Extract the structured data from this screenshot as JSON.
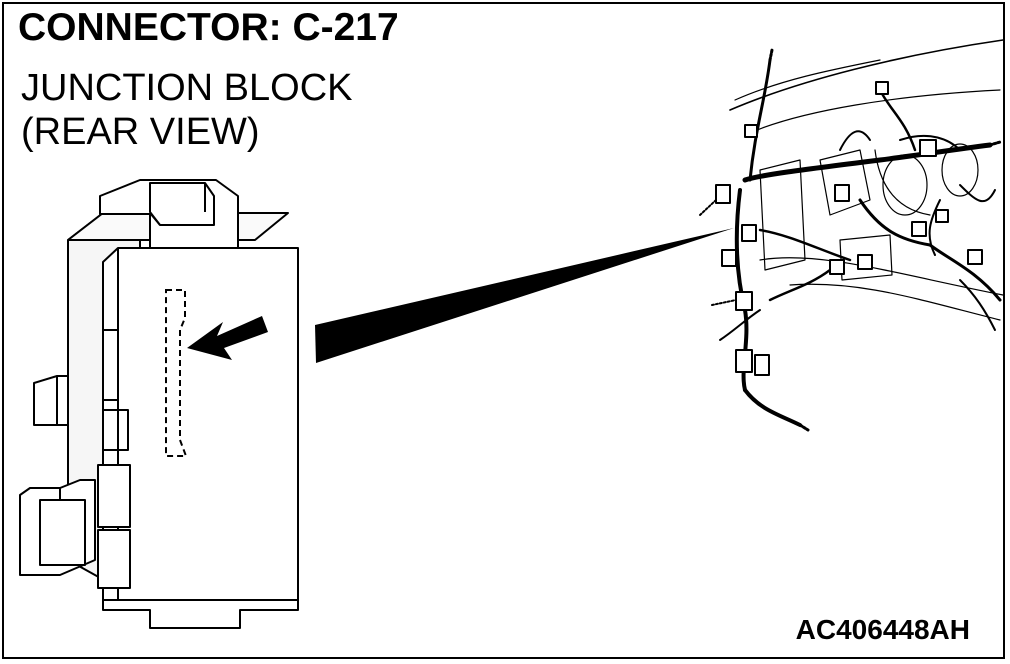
{
  "diagram": {
    "title": "CONNECTOR: C-217",
    "subtitle_line1": "JUNCTION BLOCK",
    "subtitle_line2": "(REAR VIEW)",
    "figure_code": "AC406448AH"
  },
  "colors": {
    "ink": "#000000",
    "paper": "#ffffff",
    "panel": "#f4f4f4"
  }
}
